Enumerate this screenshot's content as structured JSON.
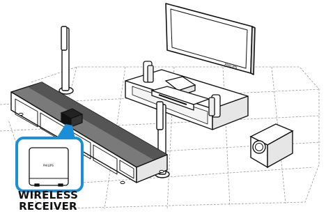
{
  "tv": {
    "brand": "PHILIPS"
  },
  "wireless_receiver": {
    "brand": "PHILIPS",
    "label_line1": "WIRELESS",
    "label_line2": "RECEIVER"
  },
  "colors": {
    "accent": "#1a8fd6",
    "outline": "#111111",
    "fill": "#ffffff",
    "grid": "#9a9a9a",
    "receiver": "#111111"
  }
}
